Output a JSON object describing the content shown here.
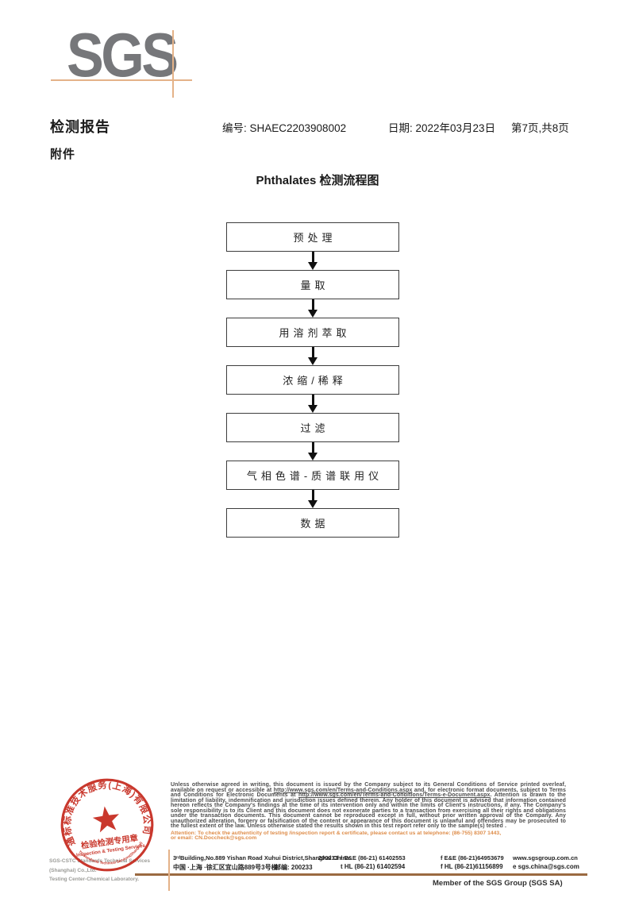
{
  "logo": {
    "text": "SGS"
  },
  "header": {
    "report_title": "检测报告",
    "number_label": "编号: SHAEC2203908002",
    "date_label": "日期: 2022年03月23日",
    "page_label": "第7页,共8页",
    "attachment": "附件"
  },
  "flowchart": {
    "title": "Phthalates 检测流程图",
    "steps": [
      "预处理",
      "量取",
      "用溶剂萃取",
      "浓缩/稀释",
      "过滤",
      "气相色谱-质谱联用仪",
      "数据"
    ]
  },
  "stamp": {
    "outer_text": "通标标准技术服务(上海)有限公司",
    "title": "检验检测专用章",
    "subtitle": "Inspection & Testing Services",
    "bottom_text": "SGS-CSTC Standards Technical Services(Shanghai)Co.,Ltd."
  },
  "footer": {
    "company_line1": "SGS-CSTC Standards Technical Services (Shanghai) Co.,Ltd.",
    "company_line2": "Testing Center-Chemical Laboratory.",
    "legal_part1": "Unless otherwise agreed in writing, this document is issued by the Company subject to its General Conditions of Service printed overleaf, available on request or accessible at ",
    "legal_url1": "http://www.sgs.com/en/Terms-and-Conditions.aspx",
    "legal_part2": " and, for electronic format documents, subject to Terms and Conditions for Electronic Documents at ",
    "legal_url2": "http://www.sgs.com/en/Terms-and-Conditions/Terms-e-Document.aspx",
    "legal_part3": ". Attention is drawn to the limitation of liability, indemnification and jurisdiction issues defined therein. Any holder of this document is advised that information contained hereon reflects the Company's findings at the time of its intervention only and within the limits of Client's instructions, if any. The Company's sole responsibility is to its Client and this document does not exonerate parties to a transaction from exercising all their rights and obligations under the transaction documents. This document cannot be reproduced except in full, without prior written approval of the Company. Any unauthorized alteration, forgery or falsification of the content or appearance of this document is unlawful and offenders may be prosecuted to the fullest extent of the law. Unless otherwise stated the results shown in this test report refer only to the sample(s) tested .",
    "attention_line1": "Attention: To check the authenticity of testing /inspection report & certificate, please contact us at telephone: (86-755) 8307 1443,",
    "attention_line2": "or email: CN.Doccheck@sgs.com",
    "address_en": "3ʳᵈBuilding,No.889 Yishan Road Xuhui District,Shanghai China",
    "zip_en": "200233",
    "tel_en": "t E&E (86-21) 61402553",
    "fax_en": "f E&E (86-21)64953679",
    "web": "www.sgsgroup.com.cn",
    "address_cn": "中国 ·上海 ·徐汇区宜山路889号3号楼",
    "zip_cn": "邮编: 200233",
    "tel_cn": "t HL (86-21) 61402594",
    "fax_cn": "f HL (86-21)61156899",
    "email": "e sgs.china@sgs.com",
    "member_note": "Member of the SGS Group (SGS SA)"
  }
}
